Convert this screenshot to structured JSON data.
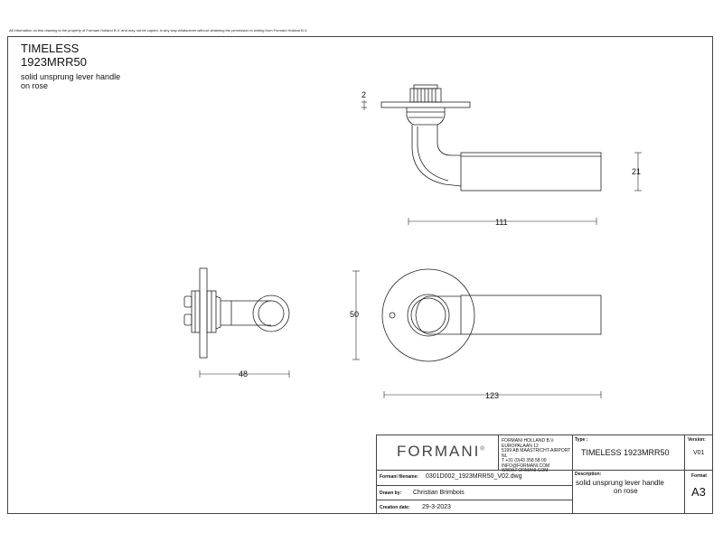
{
  "disclaimer": "All information on this drawing is the property of Formani Holland B.V. and may not be copied, in any way whatsoever without obtaining the permission in writing from Formani Holland B.V.",
  "header": {
    "series": "TIMELESS",
    "model": "1923MRR50",
    "desc_line1": "solid unsprung lever handle",
    "desc_line2": "on rose"
  },
  "dimensions": {
    "rose_thickness": "2",
    "lever_height": "21",
    "lever_length": "111",
    "side_depth": "48",
    "rose_diameter": "50",
    "overall_length": "123"
  },
  "title_block": {
    "logo_text": "FORMANI",
    "logo_mark": "®",
    "company": {
      "name": "FORMANI HOLLAND B.V.",
      "street": "EUROPALAAN 12",
      "city": "5199 AB MAASTRICHT-AIRPORT NL",
      "phone": "T +31 (0)43 358 58 00",
      "email": "INFO@FORMANI.COM",
      "web": "WWW.FORMANI.COM"
    },
    "type_label": "Type :",
    "type_value": "TIMELESS 1923MRR50",
    "version_label": "Version:",
    "version_value": "V01",
    "filename_label": "Formani filename:",
    "filename_value": "0301D002_1923MRR50_V02.dwg",
    "description_label": "Description:",
    "description_line1": "solid unsprung lever handle",
    "description_line2": "on rose",
    "format_label": "Format",
    "format_value": "A3",
    "drawn_label": "Drawn by:",
    "drawn_value": "Christian Brimbois",
    "creation_label": "Creation date:",
    "creation_value": "29-3-2023"
  }
}
